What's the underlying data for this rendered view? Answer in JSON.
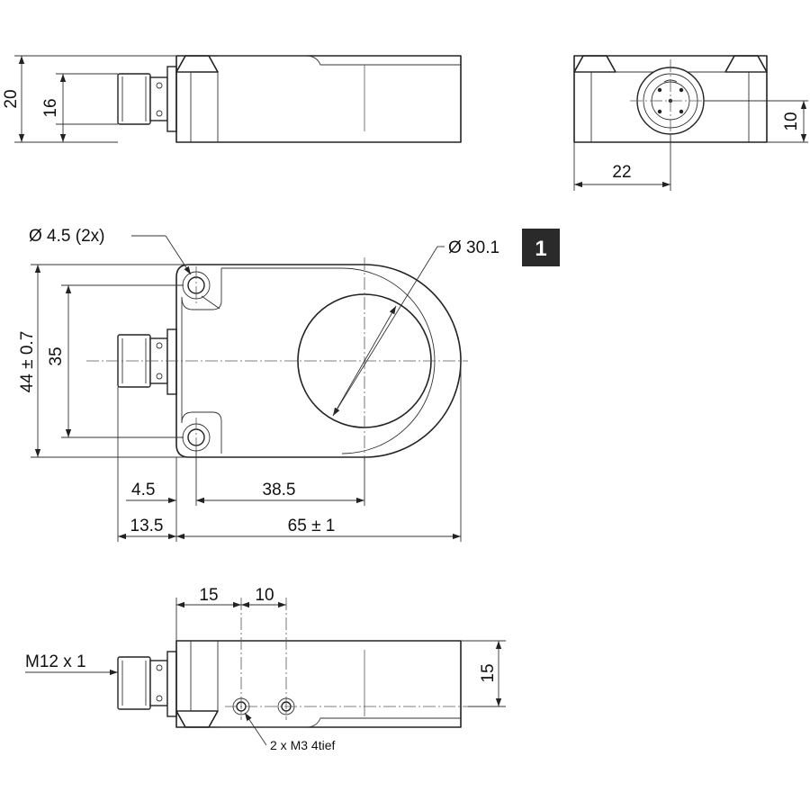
{
  "labels": {
    "height_20": "20",
    "height_16": "16",
    "front_10": "10",
    "front_22": "22",
    "hole_dia": "Ø 4.5 (2x)",
    "ring_dia": "Ø 30.1",
    "ring_badge": "1",
    "height_44": "44 ± 0.7",
    "height_35": "35",
    "w_4_5": "4.5",
    "w_38_5": "38.5",
    "w_13_5": "13.5",
    "w_65": "65 ± 1",
    "side_15a": "15",
    "side_10": "10",
    "thread": "M12 x 1",
    "side_15b": "15",
    "screws": "2 x M3 4tief"
  }
}
